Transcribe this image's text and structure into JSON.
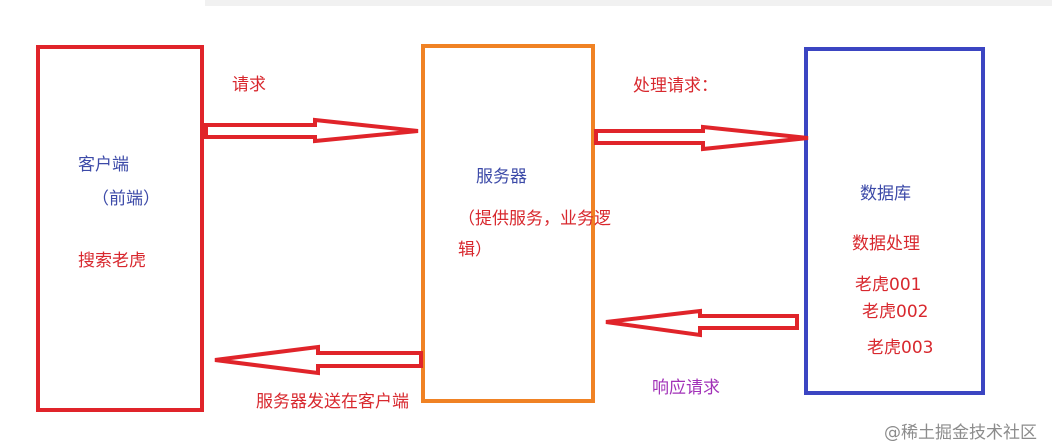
{
  "client": {
    "title": "客户端",
    "subtitle": "（前端）",
    "action": "搜索老虎"
  },
  "server": {
    "title": "服务器",
    "desc_line1": "（提供服务，业务逻",
    "desc_line2": "辑）"
  },
  "database": {
    "title": "数据库",
    "process": "数据处理",
    "records": [
      "老虎001",
      "老虎002",
      "老虎003"
    ]
  },
  "arrows": {
    "request": "请求",
    "process_request": "处理请求：",
    "response": "响应请求",
    "send_to_client": "服务器发送在客户端"
  },
  "watermark": "@稀土掘金技术社区",
  "colors": {
    "client": "#e0242a",
    "server": "#f08224",
    "database": "#3b45c2",
    "arrow": "#e0242a",
    "response_text": "#a232b8"
  }
}
